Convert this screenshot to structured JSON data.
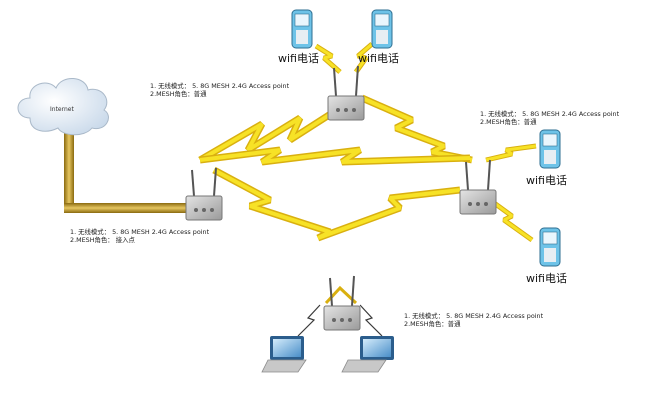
{
  "cloud": {
    "label": "Internet"
  },
  "phones": [
    {
      "id": "top-left",
      "label": "wifi电话"
    },
    {
      "id": "top-right",
      "label": "wifi电话"
    },
    {
      "id": "right-upper",
      "label": "wifi电话"
    },
    {
      "id": "right-lower",
      "label": "wifi电话"
    }
  ],
  "notes": {
    "top": {
      "line1": "1. 无线模式： 5. 8G MESH 2.4G Access point",
      "line2": "2.MESH角色：普通"
    },
    "right": {
      "line1": "1. 无线模式： 5. 8G MESH 2.4G Access point",
      "line2": "2.MESH角色：普通"
    },
    "left": {
      "line1": "1. 无线模式： 5. 8G MESH 2.4G Access point",
      "line2": "2.MESH角色： 接入点"
    },
    "bottom": {
      "line1": "1. 无线模式： 5. 8G MESH 2.4G Access point",
      "line2": "2.MESH角色：普通"
    }
  },
  "colors": {
    "bolt_fill": "#f7e226",
    "bolt_stroke": "#d9b010",
    "cable": "#c9a234",
    "device": "#b9b9b9",
    "phone_body": "#6ec3e8",
    "cloud": "#d8e6f2"
  }
}
